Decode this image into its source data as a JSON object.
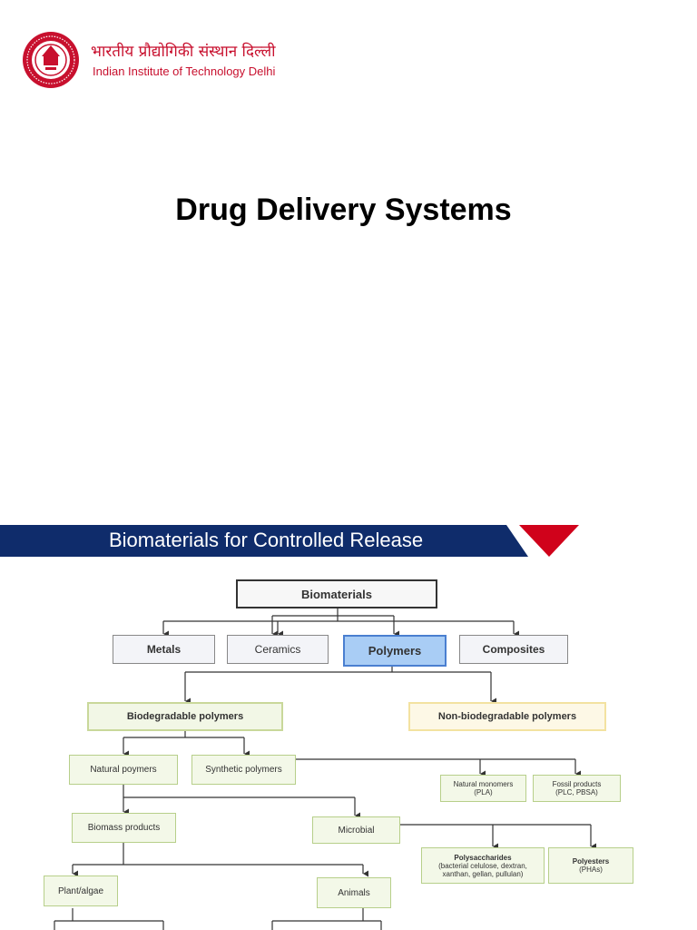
{
  "header": {
    "institute_hindi": "भारतीय प्रौद्योगिकी संस्थान दिल्ली",
    "institute_english": "Indian Institute of Technology Delhi",
    "brand_color": "#c8102e"
  },
  "slide": {
    "title": "Drug Delivery Systems"
  },
  "banner": {
    "text": "Biomaterials for Controlled Release",
    "bg_color": "#0f2c6b",
    "accent_color": "#d0021b"
  },
  "diagram": {
    "root": "Biomaterials",
    "level1": [
      "Metals",
      "Ceramics",
      "Polymers",
      "Composites"
    ],
    "polymer_types": [
      "Biodegradable polymers",
      "Non-biodegradable polymers"
    ],
    "biodegradable": [
      "Natural poymers",
      "Synthetic polymers"
    ],
    "synthetic": {
      "natural_monomers": [
        "Natural monomers",
        "(PLA)"
      ],
      "fossil_products": [
        "Fossil products",
        "(PLC, PBSA)"
      ]
    },
    "natural": [
      "Biomass products",
      "Microbial"
    ],
    "microbial": {
      "polysaccharides": [
        "Polysaccharides",
        "(bacterial celulose, dextran,",
        "xanthan, gellan, pullulan)"
      ],
      "polyesters": [
        "Polyesters",
        "(PHAs)"
      ]
    },
    "biomass": [
      "Plant/algae",
      "Animals"
    ]
  }
}
